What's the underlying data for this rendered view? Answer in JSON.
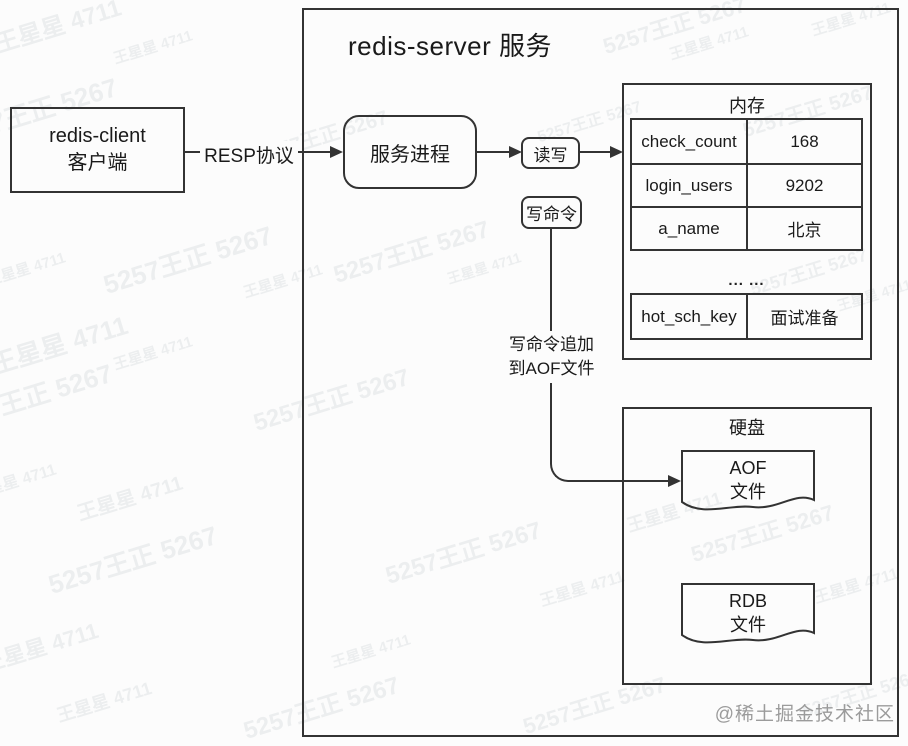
{
  "diagram": {
    "server_title": "redis-server 服务",
    "client": {
      "line1": "redis-client",
      "line2": "客户端"
    },
    "resp_label": "RESP协议",
    "server_process": "服务进程",
    "read_write": "读写",
    "write_cmd": "写命令",
    "aof_note_line1": "写命令追加",
    "aof_note_line2": "到AOF文件",
    "memory": {
      "title": "内存",
      "rows": [
        {
          "key": "check_count",
          "value": "168"
        },
        {
          "key": "login_users",
          "value": "9202"
        },
        {
          "key": "a_name",
          "value": "北京"
        }
      ],
      "ellipsis": "... ...",
      "extra_row": {
        "key": "hot_sch_key",
        "value": "面试准备"
      }
    },
    "disk": {
      "title": "硬盘",
      "aof_doc": {
        "line1": "AOF",
        "line2": "文件"
      },
      "rdb_doc": {
        "line1": "RDB",
        "line2": "文件"
      }
    }
  },
  "watermark": {
    "texts": [
      "王星星 4711",
      "5257王正 5267"
    ]
  },
  "attribution": "@稀土掘金技术社区",
  "colors": {
    "stroke": "#333333",
    "text": "#1a1a1a",
    "background": "#fcfcfc",
    "watermark": "rgba(100,115,125,0.10)",
    "attribution": "#9b9b9b"
  }
}
